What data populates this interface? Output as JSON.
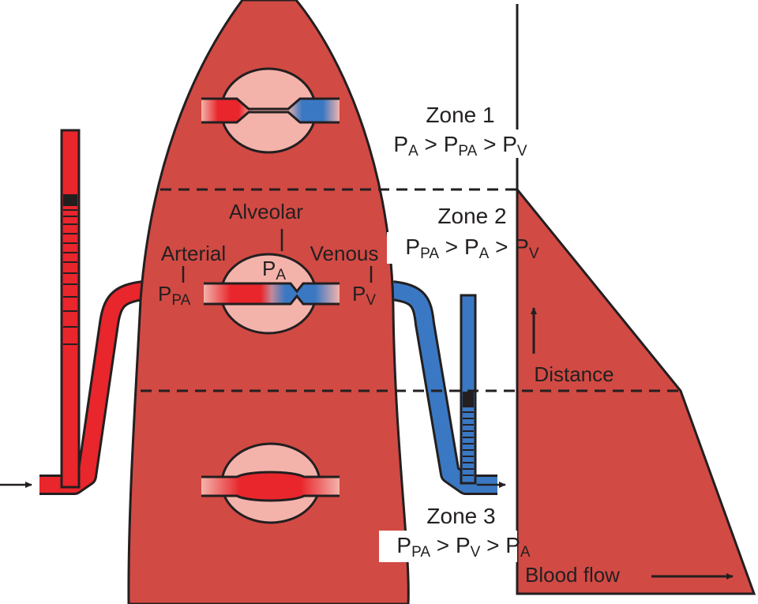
{
  "zones": {
    "zone1": {
      "title": "Zone 1",
      "eq": [
        {
          "main": "P",
          "sub": "A"
        },
        {
          "op": ">"
        },
        {
          "main": "P",
          "sub": "PA"
        },
        {
          "op": ">"
        },
        {
          "main": "P",
          "sub": "V"
        }
      ]
    },
    "zone2": {
      "title": "Zone 2",
      "eq": [
        {
          "main": "P",
          "sub": "PA"
        },
        {
          "op": ">"
        },
        {
          "main": "P",
          "sub": "A"
        },
        {
          "op": ">"
        },
        {
          "main": "P",
          "sub": "V"
        }
      ]
    },
    "zone3": {
      "title": "Zone 3",
      "eq": [
        {
          "main": "P",
          "sub": "PA"
        },
        {
          "op": ">"
        },
        {
          "main": "P",
          "sub": "V"
        },
        {
          "op": ">"
        },
        {
          "main": "P",
          "sub": "A"
        }
      ]
    }
  },
  "vessel_labels": {
    "alveolar": "Alveolar",
    "arterial": "Arterial",
    "venous": "Venous",
    "pa_main": "P",
    "pa_sub": "A",
    "ppa_main": "P",
    "ppa_sub": "PA",
    "pv_main": "P",
    "pv_sub": "V"
  },
  "graph": {
    "y_axis_label": "Distance",
    "x_axis_label": "Blood flow"
  },
  "colors": {
    "lung": "#d24a44",
    "alveolus": "#f3b3ab",
    "arterial": "#e8262c",
    "venous": "#3b78c3",
    "outline": "#231f20"
  }
}
